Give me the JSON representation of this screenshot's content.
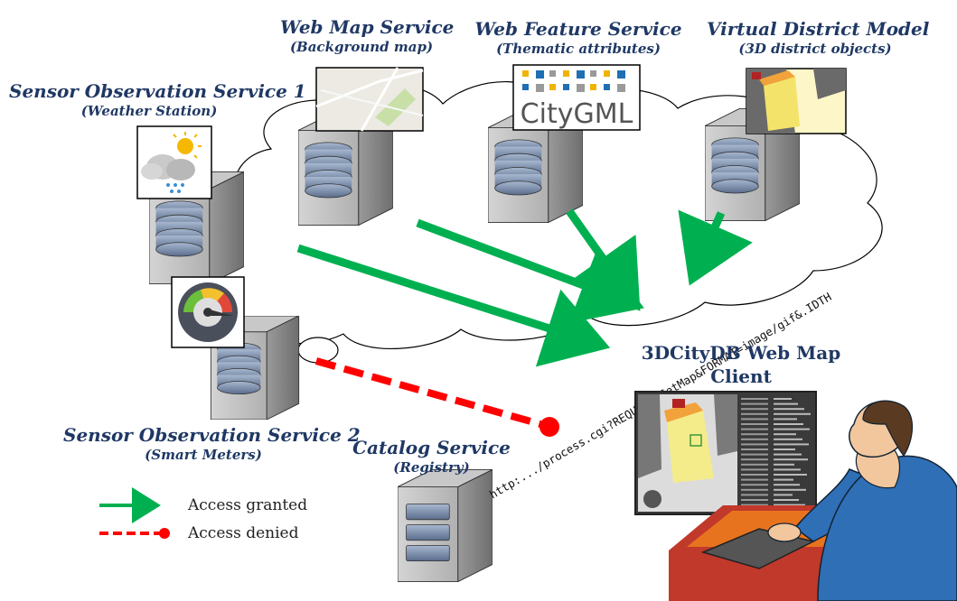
{
  "services": {
    "wms": {
      "title": "Web Map Service",
      "subtitle": "(Background map)"
    },
    "wfs": {
      "title": "Web Feature Service",
      "subtitle": "(Thematic attributes)",
      "logo_text": "CityGML"
    },
    "vdm": {
      "title": "Virtual District Model",
      "subtitle": "(3D district objects)"
    },
    "sos1": {
      "title": "Sensor Observation Service 1",
      "subtitle": "(Weather Station)"
    },
    "sos2": {
      "title": "Sensor Observation Service 2",
      "subtitle": "(Smart Meters)"
    },
    "csw": {
      "title": "Catalog Service",
      "subtitle": "(Registry)"
    }
  },
  "client": {
    "line1": "3DCityDB Web Map",
    "line2": "Client"
  },
  "request_url": "http:.../process.cgi?REQUEST=GetMap&FORMAT=image/gif&.IDTH",
  "legend": {
    "granted": "Access granted",
    "denied": "Access denied"
  },
  "colors": {
    "granted": "#00b050",
    "denied": "#ff0000",
    "label": "#1f3864"
  }
}
